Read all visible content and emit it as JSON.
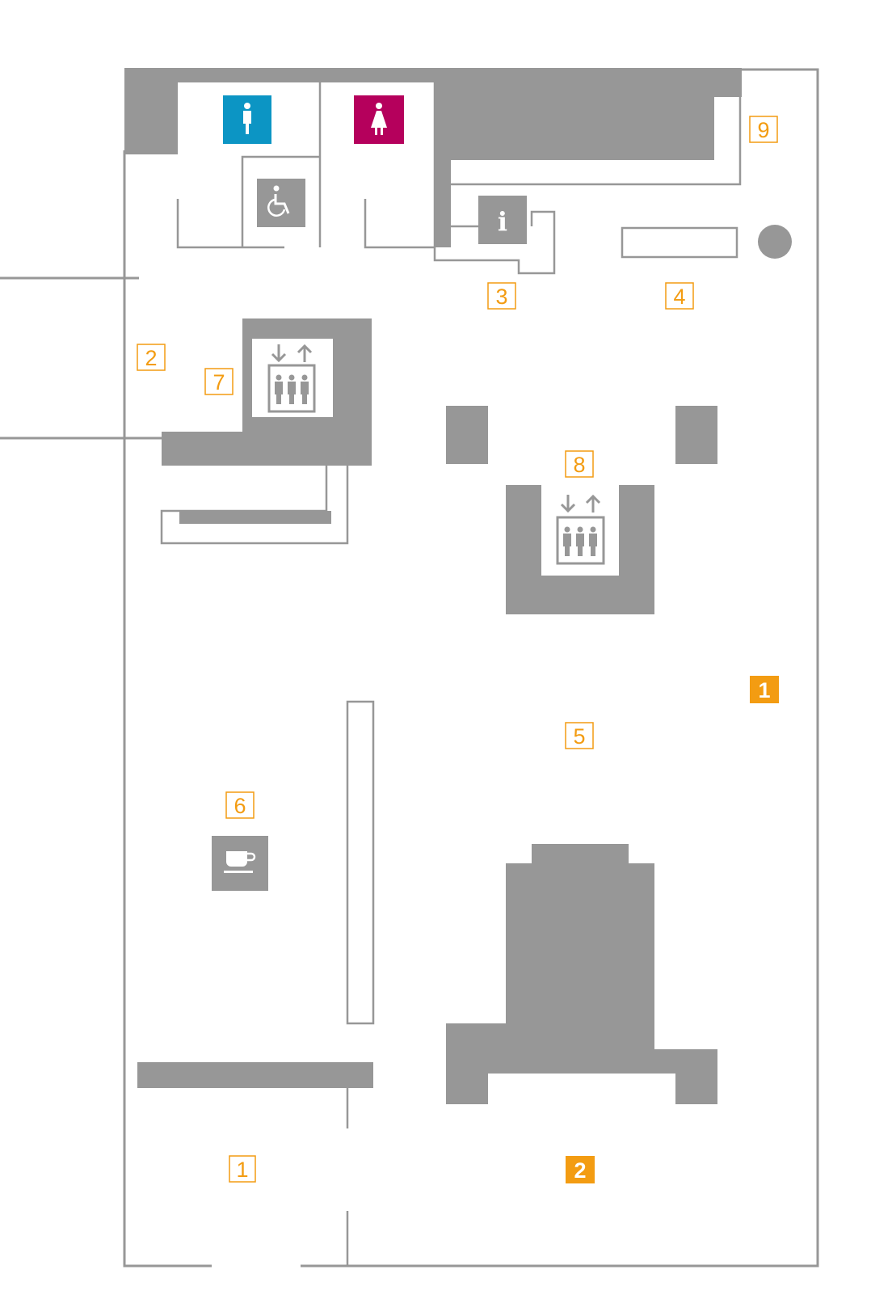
{
  "colors": {
    "wall": "#979797",
    "block": "#979797",
    "accent": "#f39c12",
    "male": "#0c95c4",
    "female": "#b5005c",
    "icon_fg": "#ffffff",
    "background": "#ffffff"
  },
  "room_labels": [
    {
      "id": "room-1",
      "text": "1"
    },
    {
      "id": "room-2",
      "text": "2"
    },
    {
      "id": "room-3",
      "text": "3"
    },
    {
      "id": "room-4",
      "text": "4"
    },
    {
      "id": "room-5",
      "text": "5"
    },
    {
      "id": "room-6",
      "text": "6"
    },
    {
      "id": "room-7",
      "text": "7"
    },
    {
      "id": "room-8",
      "text": "8"
    },
    {
      "id": "room-9",
      "text": "9"
    }
  ],
  "entrance_markers": [
    {
      "id": "entrance-1",
      "text": "1"
    },
    {
      "id": "entrance-2",
      "text": "2"
    }
  ],
  "icons": {
    "male_toilet": "male-toilet-icon",
    "female_toilet": "female-toilet-icon",
    "accessible_toilet": "wheelchair-icon",
    "information": "info-icon",
    "elevator": "elevator-icon",
    "cafe": "coffee-cup-icon"
  },
  "info_glyph": "i"
}
